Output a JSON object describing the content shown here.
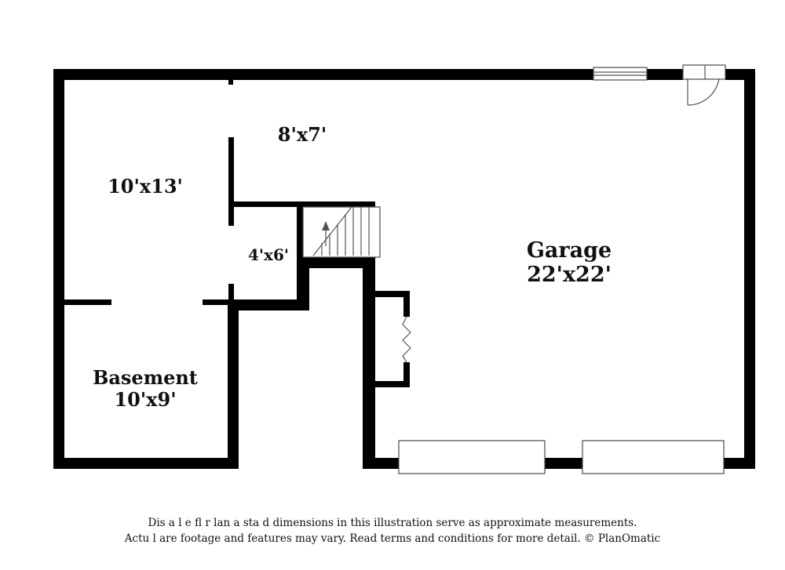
{
  "rooms": {
    "room_a": {
      "size": "10'x13'"
    },
    "room_b": {
      "size": "8'x7'"
    },
    "room_c": {
      "size": "4'x6'"
    },
    "basement": {
      "name": "Basement",
      "size": "10'x9'"
    },
    "garage": {
      "name": "Garage",
      "size": "22'x22'"
    }
  },
  "disclaimer": {
    "line1": "Dis  a    l  e fl  r  lan a    sta  d dimensions in this illustration serve as approximate measurements.",
    "line2": "Actu   l   are footage and features may vary. Read terms and conditions for more detail. © PlanOmatic"
  },
  "colors": {
    "wall": "#000000",
    "background": "#ffffff",
    "fixture_stroke": "#4a4a4a"
  }
}
